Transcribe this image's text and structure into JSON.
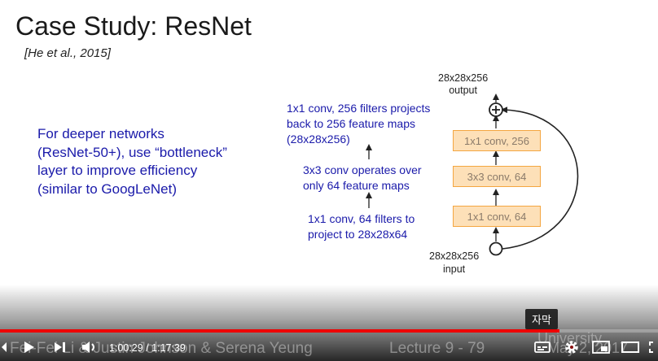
{
  "slide": {
    "title": "Case Study: ResNet",
    "citation": "[He et al., 2015]",
    "left_text": [
      "For deeper networks",
      "(ResNet-50+), use “bottleneck”",
      "layer to improve efficiency",
      "(similar to GoogLeNet)"
    ],
    "annotations": {
      "top": [
        "1x1 conv, 256 filters projects",
        "back to 256 feature maps",
        "(28x28x256)"
      ],
      "middle": [
        "3x3 conv operates over",
        "only 64 feature maps"
      ],
      "bottom": [
        "1x1 conv, 64 filters to",
        "project to 28x28x64"
      ]
    },
    "diagram": {
      "output_dims": "28x28x256",
      "output_label": "output",
      "input_dims": "28x28x256",
      "input_label": "input",
      "layers": [
        "1x1 conv, 256",
        "3x3 conv, 64",
        "1x1 conv, 64"
      ],
      "colors": {
        "box_fill": "#fde0b8",
        "box_border": "#f4a640",
        "box_text": "#8a7a6a"
      }
    },
    "footer": {
      "authors": "Fei-Fei Li & Justin Johnson & Serena Yeung",
      "lecture": "Lecture 9 - 79",
      "date": "May 2, 2017"
    },
    "text_color": "#1a1aaa"
  },
  "player": {
    "current_time": "1:00:29",
    "separator": " / ",
    "duration": "1:17:39",
    "progress": 0.85,
    "tooltip": "자막",
    "watermark": "University",
    "icons": [
      "previous-icon",
      "play-icon",
      "next-icon",
      "volume-icon",
      "subtitles-icon",
      "settings-icon",
      "miniplayer-icon",
      "theater-icon",
      "fullscreen-icon"
    ],
    "accent": "#ff0000"
  }
}
